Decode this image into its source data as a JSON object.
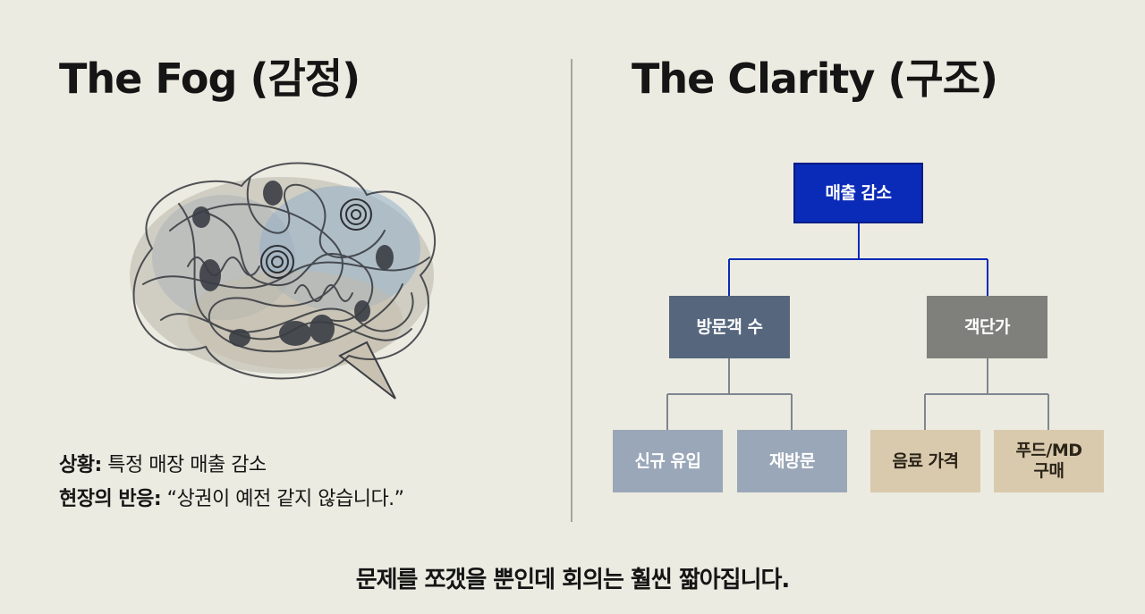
{
  "left": {
    "title": "The Fog (감정)",
    "situation_label": "상황:",
    "situation_text": " 특정 매장 매출 감소",
    "reaction_label": "현장의 반응:",
    "reaction_text": " “상권이 예전 같지 않습니다.”"
  },
  "right": {
    "title": "The Clarity (구조)",
    "tree": {
      "root": "매출 감소",
      "level1": [
        "방문객 수",
        "객단가"
      ],
      "level2": [
        "신규 유입",
        "재방문",
        "음료 가격",
        "푸드/MD",
        "구매"
      ]
    }
  },
  "footer": "문제를 쪼갰을 뿐인데 회의는 훨씬 짧아집니다.",
  "colors": {
    "background": "#ecebe1",
    "root": "#0a2ab8",
    "visitors": "#55667d",
    "price": "#7f7f7b",
    "leaf_blue": "#9aa7b8",
    "leaf_beige": "#d9c9ad",
    "connector_blue": "#0a2ab8",
    "connector_gray": "#7f8690"
  },
  "icons": [
    "tangled-thought-bubble-icon"
  ]
}
